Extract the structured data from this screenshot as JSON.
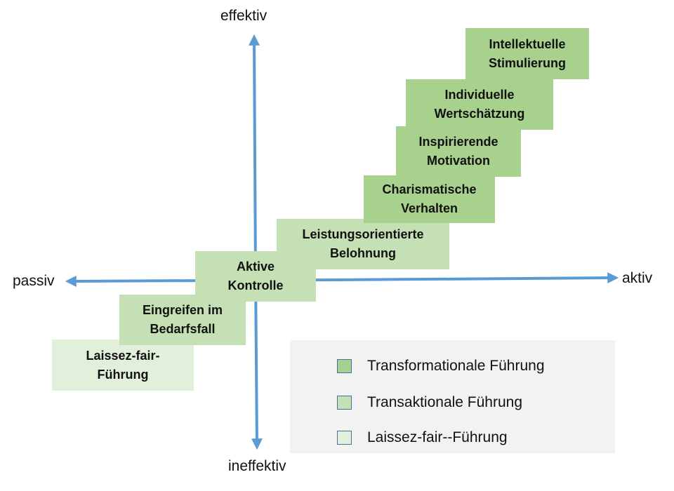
{
  "axes": {
    "top": "effektiv",
    "bottom": "ineffektiv",
    "left": "passiv",
    "right": "aktiv",
    "color": "#5b9bd5"
  },
  "boxes": [
    {
      "label": "Intellektuelle\nStimulierung",
      "category": "transformational"
    },
    {
      "label": "Individuelle\nWertschätzung",
      "category": "transformational"
    },
    {
      "label": "Inspirierende\nMotivation",
      "category": "transformational"
    },
    {
      "label": "Charismatische\nVerhalten",
      "category": "transformational"
    },
    {
      "label": "Leistungsorientierte\nBelohnung",
      "category": "transactional"
    },
    {
      "label": "Aktive\nKontrolle",
      "category": "transactional"
    },
    {
      "label": "Eingreifen im\nBedarfsfall",
      "category": "transactional"
    },
    {
      "label": "Laissez-fair-\nFührung",
      "category": "laissez-faire"
    }
  ],
  "legend": {
    "items": [
      {
        "label": "Transformationale Führung",
        "color": "#a9d18e"
      },
      {
        "label": "Transaktionale Führung",
        "color": "#c5e0b4"
      },
      {
        "label": "Laissez-fair--Führung",
        "color": "#e2efda"
      }
    ]
  },
  "colors": {
    "transformational": "#a9d18e",
    "transactional": "#c5e0b4",
    "laissez-faire": "#e2efda",
    "swatch_border": "#41719c"
  }
}
